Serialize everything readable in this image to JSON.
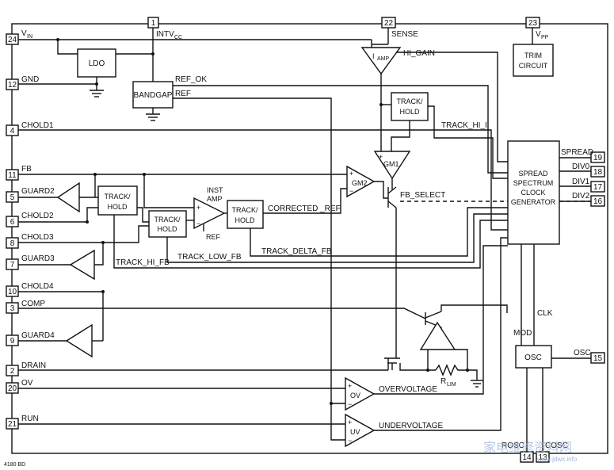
{
  "pins": {
    "p1": "1",
    "p22": "22",
    "p23": "23",
    "p24": "24",
    "p12": "12",
    "p4": "4",
    "p11": "11",
    "p5": "5",
    "p6": "6",
    "p8": "8",
    "p7": "7",
    "p10": "10",
    "p3": "3",
    "p9": "9",
    "p2": "2",
    "p20": "20",
    "p21": "21",
    "p19": "19",
    "p18": "18",
    "p17": "17",
    "p16": "16",
    "p15": "15",
    "p14": "14",
    "p13": "13"
  },
  "left_labels": {
    "vin": "V",
    "vin_sub": "IN",
    "gnd": "GND",
    "chold1": "CHOLD1",
    "fb": "FB",
    "guard2": "GUARD2",
    "chold2": "CHOLD2",
    "chold3": "CHOLD3",
    "guard3": "GUARD3",
    "chold4": "CHOLD4",
    "comp": "COMP",
    "guard4": "GUARD4",
    "drain": "DRAIN",
    "ov": "OV",
    "run": "RUN"
  },
  "top_labels": {
    "intvcc": "INTV",
    "intvcc_sub": "CC",
    "sense": "SENSE",
    "vpp": "V",
    "vpp_sub": "PP"
  },
  "right_labels": {
    "spread": "SPREAD",
    "div0": "DIV0",
    "div1": "DIV1",
    "div2": "DIV2",
    "osc": "OSC",
    "rosc": "ROSC",
    "cosc": "COSC"
  },
  "blocks": {
    "ldo": "LDO",
    "bandgap": "BANDGAP",
    "trim1": "TRIM",
    "trim2": "CIRCUIT",
    "track": "TRACK/",
    "hold": "HOLD",
    "ssg": [
      "SPREAD",
      "SPECTRUM",
      "CLOCK",
      "GENERATOR"
    ],
    "osc": "OSC",
    "clk": "CLK",
    "mod": "MOD"
  },
  "amps": {
    "iamp": "I",
    "iamp_sub": "AMP",
    "gm1": "GM1",
    "gm2": "GM2",
    "inst1": "INST",
    "inst2": "AMP",
    "ov": "OV",
    "uv": "UV",
    "plus": "+",
    "minus": "−"
  },
  "signals": {
    "ref_ok": "REF_OK",
    "ref": "REF",
    "hi_gain": "HI_GAIN",
    "track_hi_i": "TRACK_HI_I",
    "fb_select": "FB_SELECT",
    "corrected_ref": "CORRECTED _REF",
    "ref2": "REF",
    "track_hi_fb": "TRACK_HI_FB",
    "track_low_fb": "TRACK_LOW_FB",
    "track_delta_fb": "TRACK_DELTA_FB",
    "overvoltage": "OVERVOLTAGE",
    "undervoltage": "UNDERVOLTAGE",
    "rlim": "R",
    "rlim_sub": "LIM"
  },
  "footer": {
    "code": "4180 BD"
  },
  "watermark": {
    "text": "家电维修资料网",
    "url": "www.jdwx.info"
  },
  "colors": {
    "line": "#111111",
    "background": "#ffffff",
    "watermark": "#9cb6d8"
  }
}
